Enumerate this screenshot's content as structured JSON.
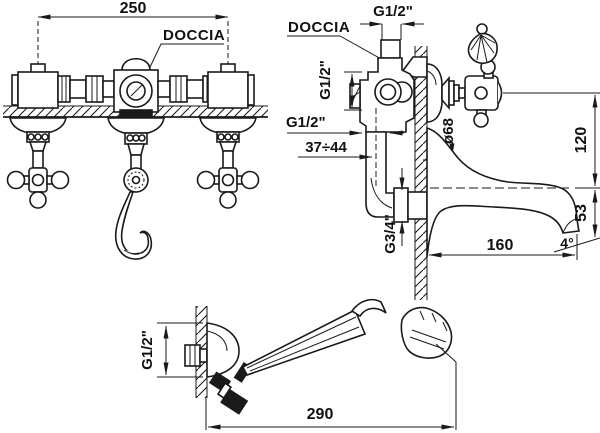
{
  "colors": {
    "line": "#1a1a1a",
    "background": "#ffffff"
  },
  "views": {
    "front": {
      "dim_width": "250",
      "outlet_label": "DOCCIA"
    },
    "side": {
      "outlet_label": "DOCCIA",
      "thread_top": "G1/2\"",
      "thread_valve": "G1/2\"",
      "thread_inlet": "G1/2\"",
      "depth_range": "37÷44",
      "escutcheon_diameter": "ø68",
      "thread_spout": "G3/4\"",
      "dim_height_upper": "120",
      "dim_height_lower": "53",
      "dim_spout_reach": "160",
      "spout_angle": "4°"
    },
    "handshower": {
      "thread": "G1/2\"",
      "dim_width": "290"
    }
  }
}
